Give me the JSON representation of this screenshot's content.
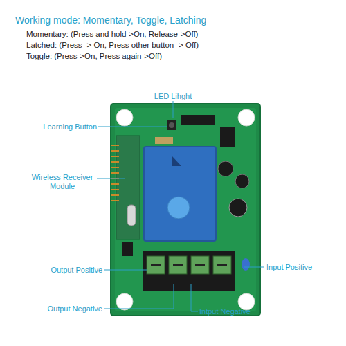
{
  "diagram": {
    "title": "Working mode: Momentary, Toggle, Latching",
    "labels": [
      "Momentary: (Press and hold->On, Release->Off)",
      "Latched: (Press -> On, Press other button -> Off)",
      "Toggle: (Press->On, Press again->Off)",
      "LED Lihght",
      "Learning Button",
      "Wireless Receiver Module",
      "Output Positive",
      "Input Positive",
      "Output Negative",
      "Intput Negative"
    ]
  }
}
